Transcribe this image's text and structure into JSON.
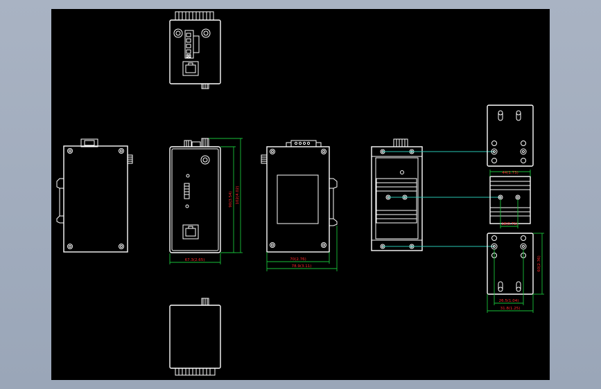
{
  "colors": {
    "background": "#9aa6b8",
    "canvas": "#000000",
    "outline": "#ffffff",
    "dimension_line": "#19c23a",
    "dimension_text": "#ff2a2a",
    "leader": "#27c9b4"
  },
  "dimensions": {
    "front_width": "67.3(2.65)",
    "front_height_inner": "90(3.54)",
    "front_height_outer": "102(4.02)",
    "side_width_inner": "70(2.76)",
    "side_width_outer": "78.9(3.11)",
    "rail_width": "44(1.73)",
    "rail_hole_spacing": "18(0.71)",
    "bracket_height": "60(2.36)",
    "bracket_hole_spacing": "26.5(1.04)",
    "bracket_width": "31.8(1.25)"
  }
}
